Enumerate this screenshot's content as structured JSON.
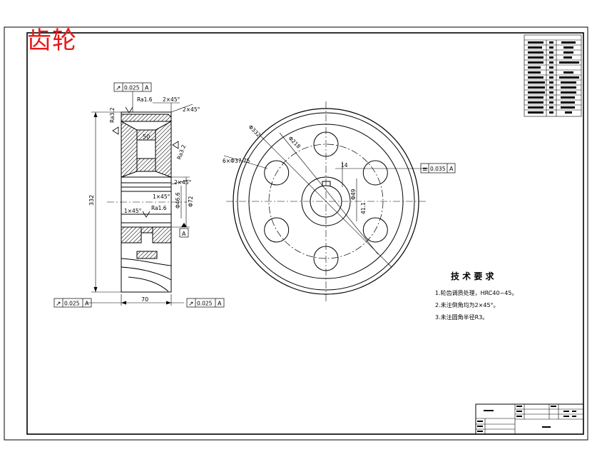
{
  "drawing": {
    "title": "齿轮",
    "colors": {
      "title": "#e81818",
      "line": "#000000",
      "hatch": "#000000"
    }
  },
  "section_view": {
    "tolerances": {
      "top": {
        "symbol": "↗",
        "value": "0.025",
        "datum": "A"
      },
      "bottom_left": {
        "symbol": "↗",
        "value": "0.025",
        "datum": "A"
      },
      "bottom_right": {
        "symbol": "↗",
        "value": "0.025",
        "datum": "A"
      },
      "datum_box": "A"
    },
    "labels": {
      "ra_top": "Ra1.6",
      "chamfer_1": "2×45°",
      "chamfer_2": "2×45°",
      "ra_left": "Ra3.2",
      "ra_right": "Ra3.2",
      "dim_50": "50",
      "chamfer_3": "2×45°",
      "chamfer_4": "1×45°",
      "chamfer_5": "1×45°",
      "ra_bore": "Ra1.6",
      "dia_bore": "Φ46.6",
      "dia_hub": "Φ72",
      "dia_outer": "332",
      "width": "70"
    }
  },
  "front_view": {
    "labels": {
      "r_outer": "Φ332",
      "r_pitch": "Φ218",
      "holes": "6×Φ37.75",
      "keyway": "14",
      "key_dim": "41.1",
      "key_dim2": "Φ49"
    },
    "tolerance": {
      "symbol": "≡",
      "value": "0.035",
      "datum": "A"
    }
  },
  "notes": {
    "heading": "技 术 要 求",
    "lines": [
      "1.轮齿调质处理，HRC40~45。",
      "2.未注倒角均为2×45°。",
      "3.未注圆角半径R3。"
    ]
  }
}
